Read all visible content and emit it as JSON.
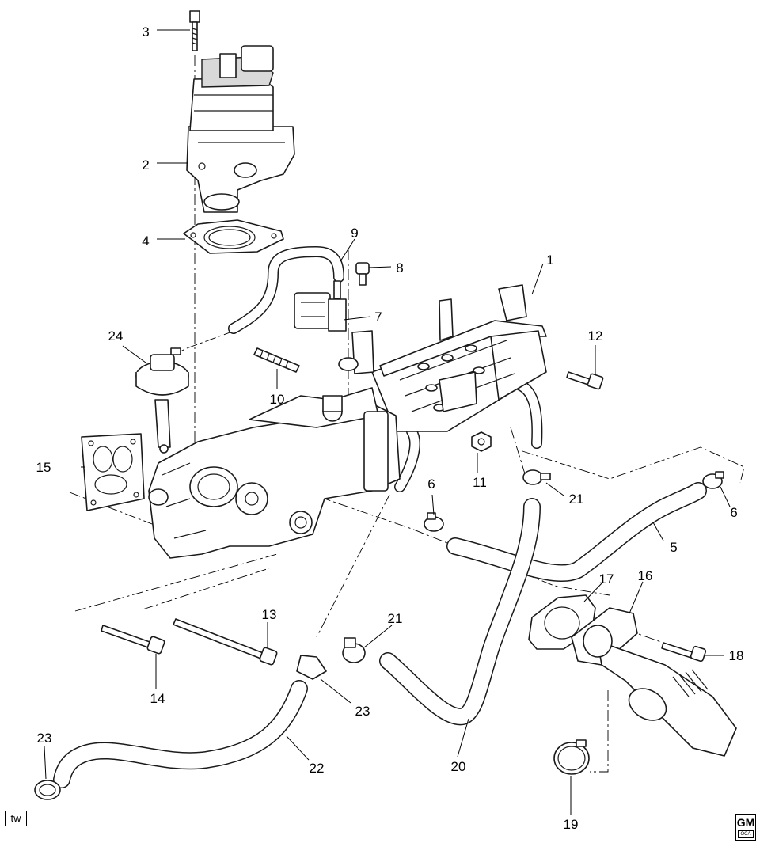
{
  "diagram": {
    "callouts": [
      {
        "id": "c1",
        "text": "1"
      },
      {
        "id": "c2",
        "text": "2"
      },
      {
        "id": "c3",
        "text": "3"
      },
      {
        "id": "c4",
        "text": "4"
      },
      {
        "id": "c5",
        "text": "5"
      },
      {
        "id": "c6a",
        "text": "6"
      },
      {
        "id": "c6b",
        "text": "6"
      },
      {
        "id": "c7",
        "text": "7"
      },
      {
        "id": "c8",
        "text": "8"
      },
      {
        "id": "c9",
        "text": "9"
      },
      {
        "id": "c10",
        "text": "10"
      },
      {
        "id": "c11",
        "text": "11"
      },
      {
        "id": "c12",
        "text": "12"
      },
      {
        "id": "c13",
        "text": "13"
      },
      {
        "id": "c14",
        "text": "14"
      },
      {
        "id": "c15",
        "text": "15"
      },
      {
        "id": "c16",
        "text": "16"
      },
      {
        "id": "c17",
        "text": "17"
      },
      {
        "id": "c18",
        "text": "18"
      },
      {
        "id": "c19",
        "text": "19"
      },
      {
        "id": "c20",
        "text": "20"
      },
      {
        "id": "c21a",
        "text": "21"
      },
      {
        "id": "c21b",
        "text": "21"
      },
      {
        "id": "c22",
        "text": "22"
      },
      {
        "id": "c23a",
        "text": "23"
      },
      {
        "id": "c23b",
        "text": "23"
      },
      {
        "id": "c24",
        "text": "24"
      }
    ]
  },
  "view_tag": "tw",
  "logo": {
    "mark": "GM",
    "sub": "OCA"
  },
  "colors": {
    "line": "#1a1a1a",
    "background": "#ffffff",
    "shade": "#d9d9d9"
  }
}
